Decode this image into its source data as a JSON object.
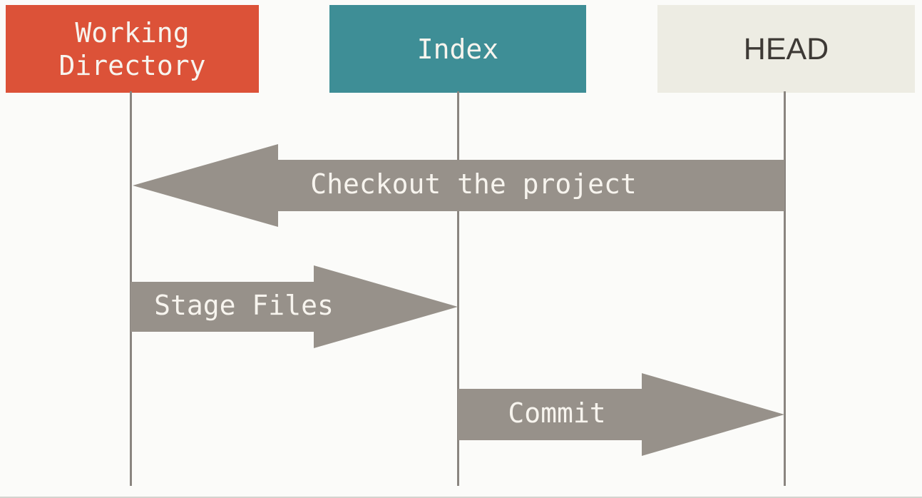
{
  "diagram": {
    "columns": [
      {
        "id": "working-directory",
        "label_lines": [
          "Working",
          "Directory"
        ],
        "color": "#DC5238",
        "text_color": "#F7F4EE"
      },
      {
        "id": "index",
        "label": "Index",
        "color": "#3E8E96",
        "text_color": "#F7F4EE"
      },
      {
        "id": "head",
        "label": "HEAD",
        "color": "#EDECE3",
        "text_color": "#3D3935"
      }
    ],
    "arrows": [
      {
        "id": "checkout",
        "label": "Checkout the project",
        "from": "head",
        "to": "working-directory",
        "direction": "left"
      },
      {
        "id": "stage-files",
        "label": "Stage Files",
        "from": "working-directory",
        "to": "index",
        "direction": "right"
      },
      {
        "id": "commit",
        "label": "Commit",
        "from": "index",
        "to": "head",
        "direction": "right"
      }
    ],
    "colors": {
      "arrow": "#97918A",
      "lifeline": "#8A8580",
      "background": "#FBFBF9",
      "arrow_label_text": "#F7F4EE"
    }
  }
}
